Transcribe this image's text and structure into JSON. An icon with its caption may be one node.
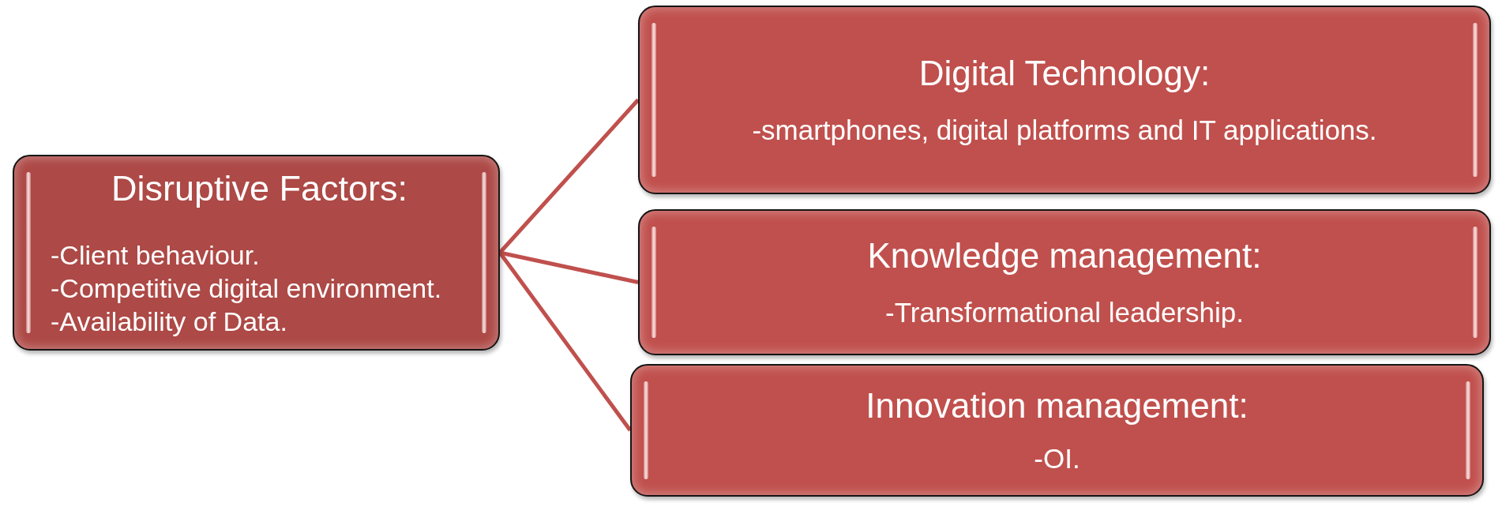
{
  "diagram": {
    "nodes": [
      {
        "text": [
          "Disruptive Factors:",
          "-Client behaviour.",
          "-Competitive digital environment.",
          "-Availability of Data."
        ]
      },
      {
        "text": [
          "Digital Technology:",
          "-smartphones, digital platforms and IT applications."
        ]
      },
      {
        "text": [
          "Knowledge management:",
          "-Transformational leadership."
        ]
      },
      {
        "text": [
          "Innovation management:",
          "-OI."
        ]
      }
    ],
    "edges": [
      {
        "from": 0,
        "to": 1,
        "arrow": "none"
      },
      {
        "from": 0,
        "to": 2,
        "arrow": "none"
      },
      {
        "from": 0,
        "to": 3,
        "arrow": "none"
      }
    ]
  }
}
